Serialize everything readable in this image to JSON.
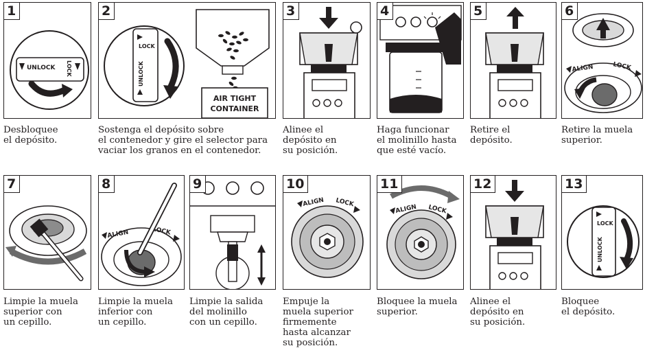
{
  "labels": {
    "unlock": "UNLOCK",
    "lock": "LOCK",
    "align": "ALIGN",
    "container_line1": "AIR TIGHT",
    "container_line2": "CONTAINER"
  },
  "steps": [
    {
      "number": "1",
      "caption": "Desbloquee\nel depósito."
    },
    {
      "number": "2",
      "caption": "Sostenga el depósito sobre\nel contenedor y gire el selector para\nvaciar los granos en el contenedor."
    },
    {
      "number": "3",
      "caption": "Alinee el\ndepósito en\nsu posición."
    },
    {
      "number": "4",
      "caption": "Haga funcionar\nel molinillo hasta\nque esté vacío."
    },
    {
      "number": "5",
      "caption": "Retire el\ndepósito."
    },
    {
      "number": "6",
      "caption": "Retire la muela\nsuperior."
    },
    {
      "number": "7",
      "caption": "Limpie la muela\nsuperior con\nun cepillo."
    },
    {
      "number": "8",
      "caption": "Limpie la muela\ninferior con\nun cepillo."
    },
    {
      "number": "9",
      "caption": "Limpie la salida\ndel molinillo\ncon un cepillo."
    },
    {
      "number": "10",
      "caption": "Empuje la\nmuela superior\nfirmemente\nhasta alcanzar\nsu posición."
    },
    {
      "number": "11",
      "caption": "Bloquee la muela\nsuperior."
    },
    {
      "number": "12",
      "caption": "Alinee el\ndepósito en\nsu posición."
    },
    {
      "number": "13",
      "caption": "Bloquee\nel depósito."
    }
  ]
}
